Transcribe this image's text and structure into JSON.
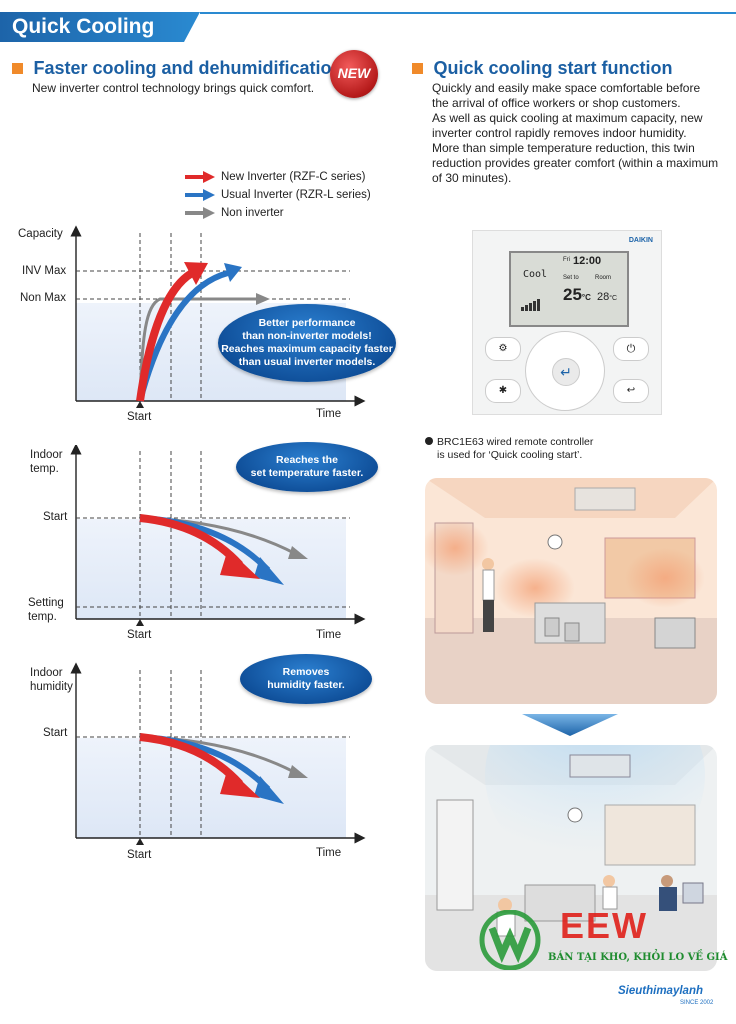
{
  "banner": {
    "title": "Quick Cooling"
  },
  "left": {
    "heading": "Faster cooling and dehumidification",
    "subtitle": "New inverter control technology brings quick comfort.",
    "badge": "NEW",
    "legend": [
      {
        "label": "New Inverter (RZF-C series)",
        "color": "#e02a2a"
      },
      {
        "label": "Usual Inverter (RZR-L series)",
        "color": "#2a74c4"
      },
      {
        "label": "Non inverter",
        "color": "#888888"
      }
    ]
  },
  "chart_data": [
    {
      "type": "line",
      "ylabel": "Capacity",
      "xlabel": "Time",
      "x_tick": "Start",
      "y_ticks": [
        "INV Max",
        "Non Max"
      ],
      "bubble": [
        "Better performance",
        "than non-inverter models!",
        "Reaches maximum capacity faster",
        "than usual inverter models."
      ]
    },
    {
      "type": "line",
      "ylabel": [
        "Indoor",
        "temp."
      ],
      "xlabel": "Time",
      "x_tick": "Start",
      "y_ticks": [
        "Start",
        [
          "Setting",
          "temp."
        ]
      ],
      "bubble": [
        "Reaches the",
        "set temperature faster."
      ]
    },
    {
      "type": "line",
      "ylabel": [
        "Indoor",
        "humidity"
      ],
      "xlabel": "Time",
      "x_tick": "Start",
      "y_ticks": [
        "Start"
      ],
      "bubble": [
        "Removes",
        "humidity faster."
      ]
    }
  ],
  "right": {
    "heading": "Quick cooling start function",
    "body": [
      "Quickly and easily make space comfortable before",
      "the arrival of office workers or shop customers.",
      "As well as quick cooling at maximum capacity, new",
      "inverter control rapidly removes indoor humidity.",
      "More than simple temperature reduction, this twin",
      "reduction provides greater comfort (within a maximum",
      "of 30 minutes)."
    ],
    "remote": {
      "brand": "DAIKIN",
      "mode": "Cool",
      "time": "12:00",
      "day": "Fri",
      "set_label": "Set to",
      "room_label": "Room",
      "set_temp": "25",
      "room_temp": "28",
      "unit": "°C"
    },
    "caption": [
      "BRC1E63 wired remote controller",
      "is used for ‘Quick cooling start’."
    ]
  },
  "watermark": {
    "brand": "EEW",
    "tagline": "BÁN TẠI KHO, KHỎI LO VỀ GIÁ"
  },
  "footer": {
    "logo": "Sieuthimaylanh",
    "since": "SINCE 2002"
  }
}
